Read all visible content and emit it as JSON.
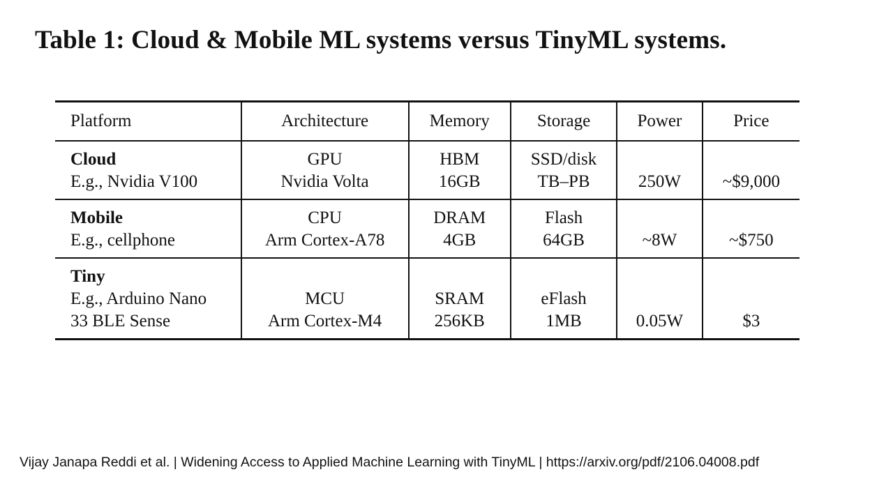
{
  "title": "Table 1: Cloud & Mobile ML systems versus TinyML systems.",
  "table": {
    "headers": [
      "Platform",
      "Architecture",
      "Memory",
      "Storage",
      "Power",
      "Price"
    ],
    "rows": [
      {
        "platform_name": "Cloud",
        "platform_example": [
          "E.g., Nvidia V100"
        ],
        "architecture": [
          "GPU",
          "Nvidia Volta"
        ],
        "memory": [
          "HBM",
          "16GB"
        ],
        "storage": [
          "SSD/disk",
          "TB–PB"
        ],
        "power": "250W",
        "price": "~$9,000"
      },
      {
        "platform_name": "Mobile",
        "platform_example": [
          "E.g., cellphone"
        ],
        "architecture": [
          "CPU",
          "Arm Cortex-A78"
        ],
        "memory": [
          "DRAM",
          "4GB"
        ],
        "storage": [
          "Flash",
          "64GB"
        ],
        "power": "~8W",
        "price": "~$750"
      },
      {
        "platform_name": "Tiny",
        "platform_example": [
          "E.g., Arduino Nano",
          "33 BLE Sense"
        ],
        "architecture": [
          "MCU",
          "Arm Cortex-M4"
        ],
        "memory": [
          "SRAM",
          "256KB"
        ],
        "storage": [
          "eFlash",
          "1MB"
        ],
        "power": "0.05W",
        "price": "$3"
      }
    ]
  },
  "footer": "Vijay Janapa Reddi et al. | Widening Access to Applied Machine Learning with TinyML | https://arxiv.org/pdf/2106.04008.pdf"
}
